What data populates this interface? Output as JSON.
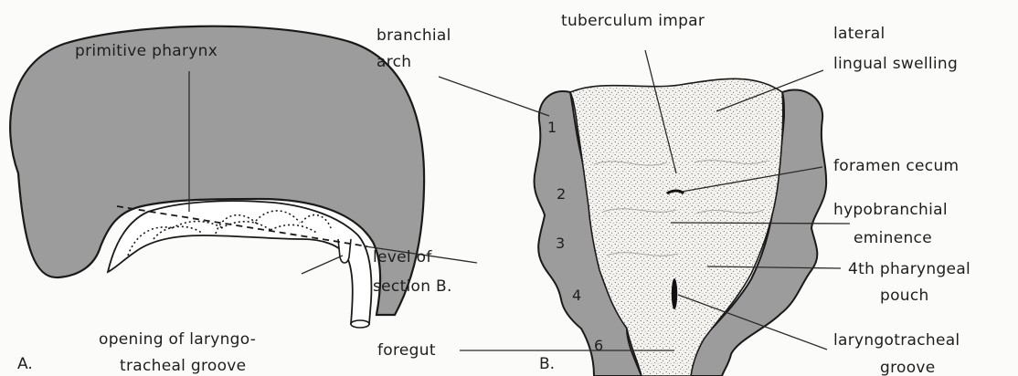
{
  "panels": {
    "a": "A.",
    "b": "B."
  },
  "labels_a": {
    "primitive_pharynx": "primitive pharynx",
    "level_line1": "level of",
    "level_line2": "section B.",
    "opening_line1": "opening of laryngo-",
    "opening_line2": "tracheal groove"
  },
  "labels_b": {
    "branchial_line1": "branchial",
    "branchial_line2": "arch",
    "tuberculum_impar": "tuberculum impar",
    "lateral_line1": "lateral",
    "lateral_line2": "lingual swelling",
    "foramen_cecum": "foramen cecum",
    "hypobranchial_line1": "hypobranchial",
    "hypobranchial_line2": "eminence",
    "pouch_line1": "4th pharyngeal",
    "pouch_line2": "pouch",
    "laryngotracheal_line1": "laryngotracheal",
    "laryngotracheal_line2": "groove",
    "foregut": "foregut"
  },
  "arch_numbers": [
    "1",
    "2",
    "3",
    "4",
    "6"
  ],
  "colors": {
    "tissue_gray": "#9c9c9c",
    "outline": "#1a1a1a",
    "stipple_bg": "#f4f3ef",
    "lumen": "#ffffff"
  }
}
